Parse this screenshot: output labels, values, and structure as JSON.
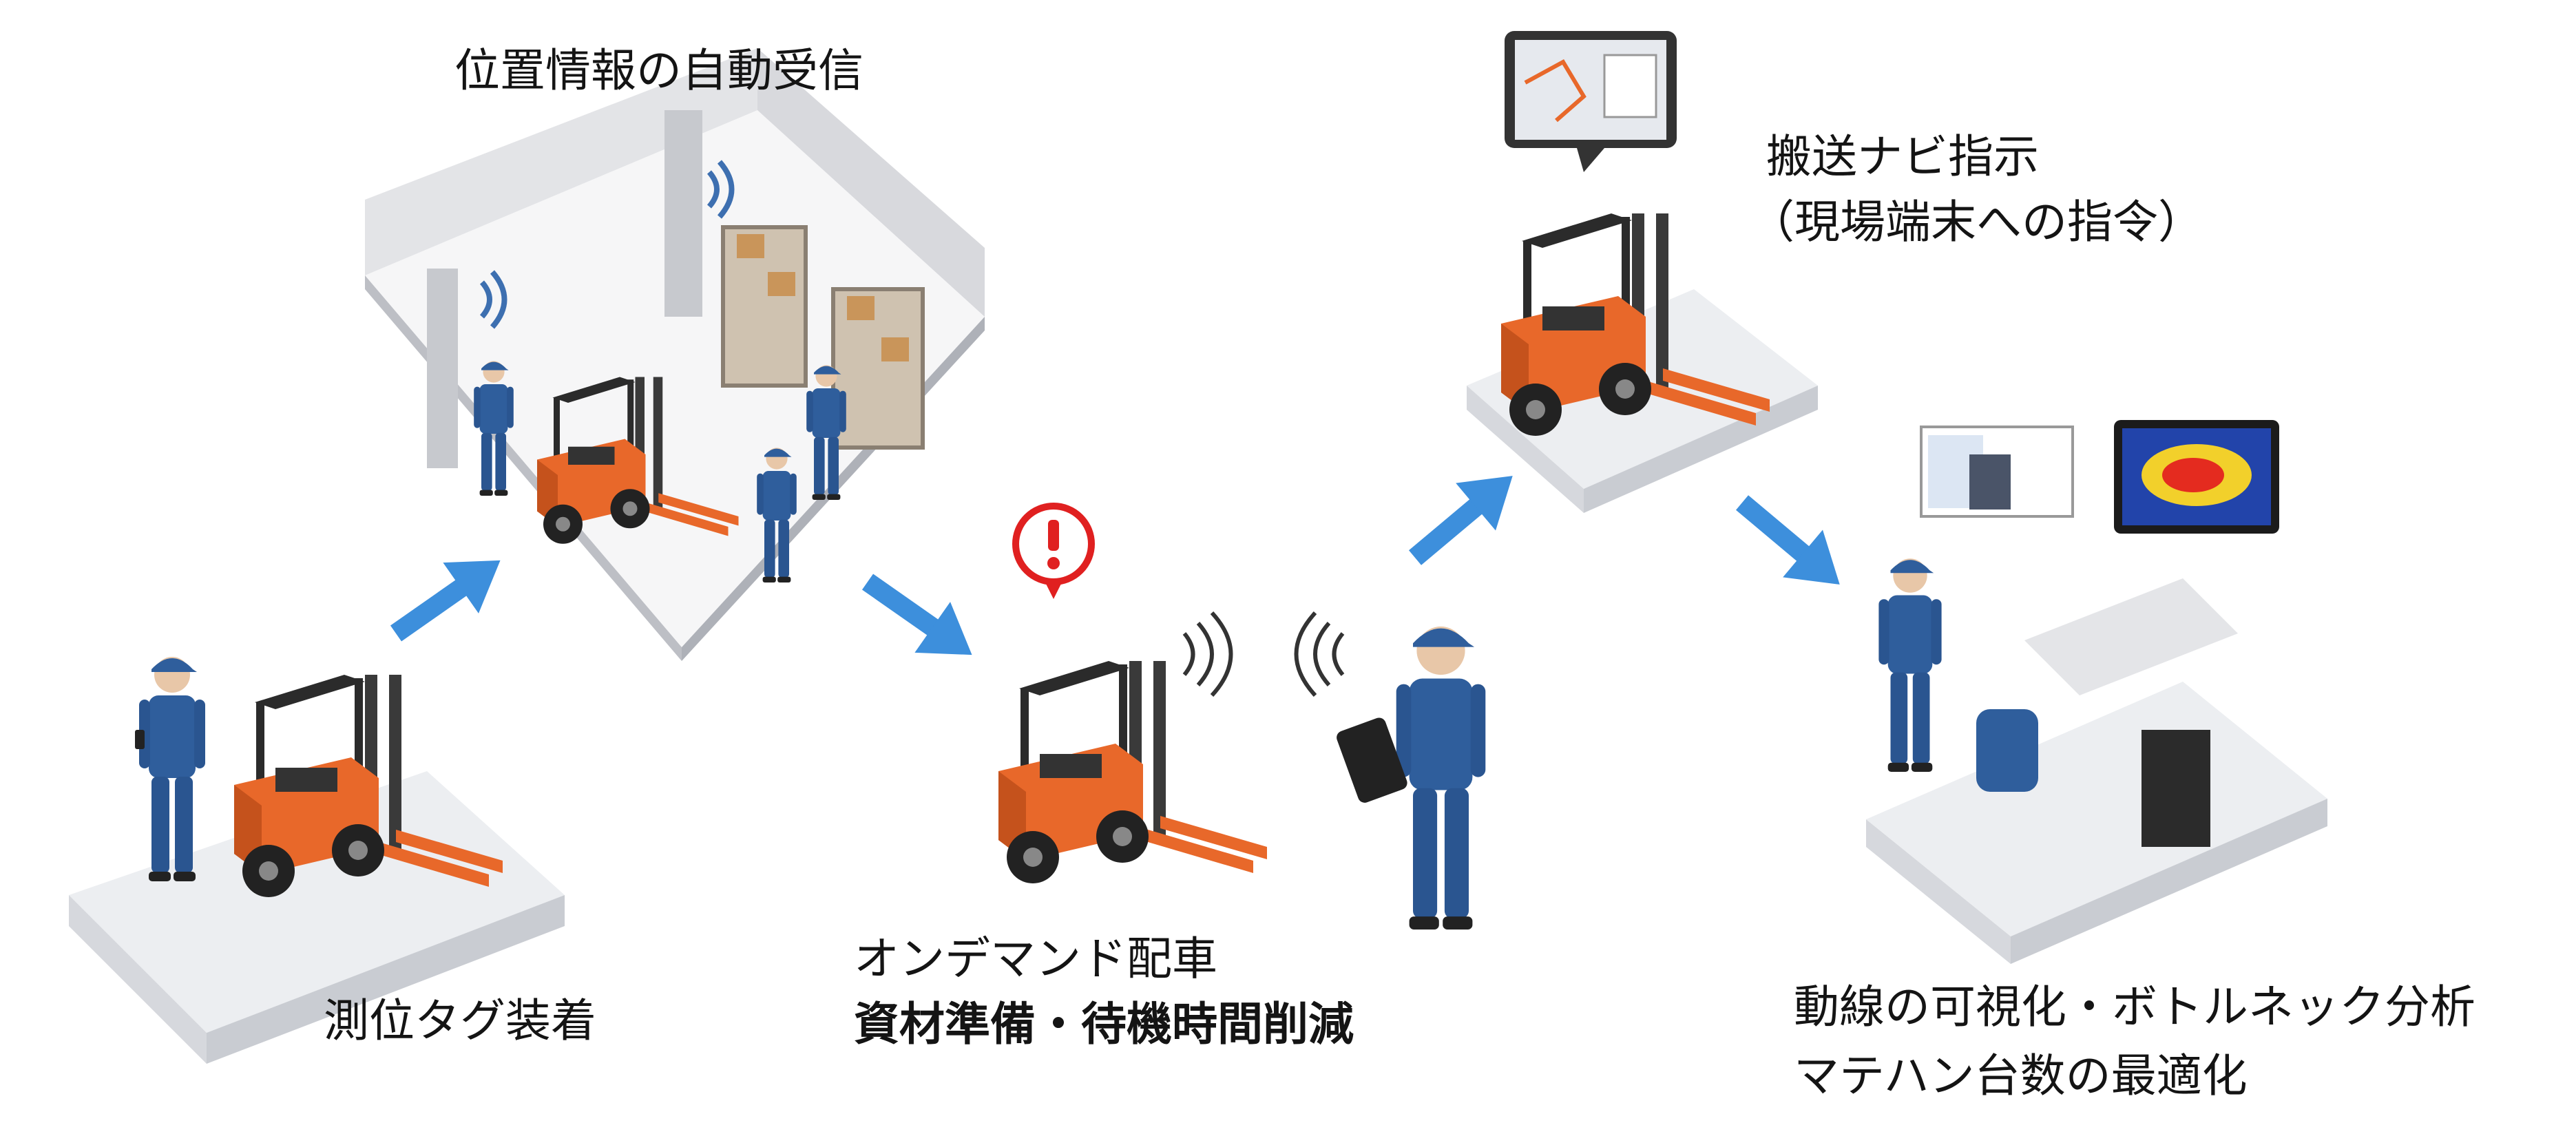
{
  "labels": {
    "auto_receive": "位置情報の自動受信",
    "tag_equip": "測位タグ装着",
    "on_demand": "オンデマンド配車",
    "reduce": "資材準備・待機時間削減",
    "navi_line1": "搬送ナビ指示",
    "navi_line2": "（現場端末への指令）",
    "visual_line1": "動線の可視化・ボトルネック分析",
    "visual_line2": "マテハン台数の最適化"
  },
  "icons": {
    "alert": "exclamation-icon",
    "wifi": "wireless-signal-icon",
    "arrow": "flow-arrow-icon"
  },
  "colors": {
    "forklift_orange": "#e8682a",
    "worker_blue": "#2f5e9c",
    "arrow_blue": "#3d8fdc",
    "alert_red": "#e02020",
    "platform": "#e7e8ec"
  }
}
